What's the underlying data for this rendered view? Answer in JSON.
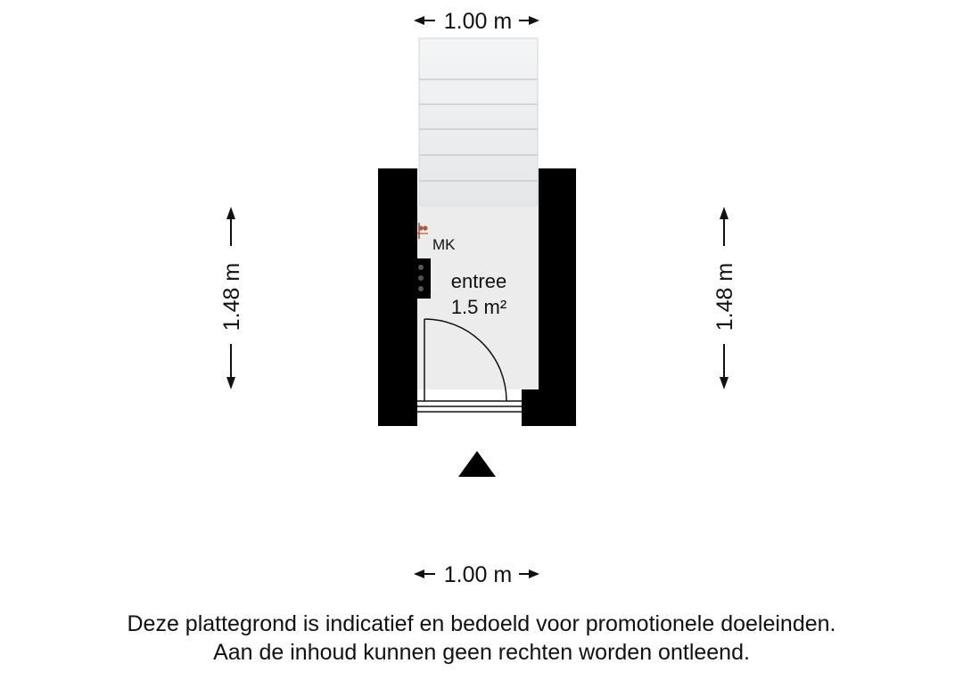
{
  "dimensions": {
    "top": "1.00 m",
    "bottom": "1.00 m",
    "left": "1.48 m",
    "right": "1.48 m"
  },
  "room": {
    "name": "entree",
    "area": "1.5 m²"
  },
  "meter_label": "MK",
  "disclaimer": {
    "line1": "Deze plattegrond is indicatief en bedoeld voor promotionele doeleinden.",
    "line2": "Aan de inhoud kunnen geen rechten worden ontleend."
  }
}
